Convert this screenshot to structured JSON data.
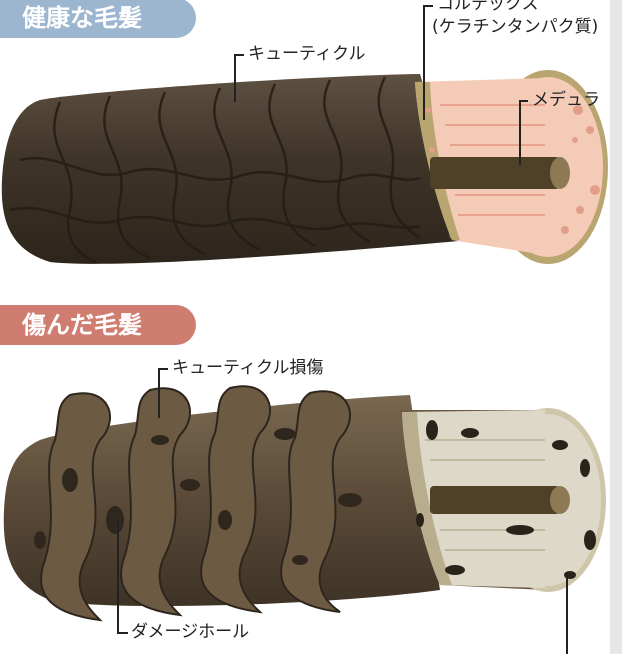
{
  "sections": {
    "healthy": {
      "title": "健康な毛髪"
    },
    "damaged": {
      "title": "傷んだ毛髪"
    }
  },
  "labels": {
    "cortex": "コルテックス",
    "cortex_sub": "(ケラチンタンパク質)",
    "cuticle": "キューティクル",
    "medulla": "メデュラ",
    "cuticle_damage": "キューティクル損傷",
    "damage_hole": "ダメージホール"
  },
  "colors": {
    "healthy_pill": "#9db6cf",
    "damaged_pill": "#cf7d70",
    "hair_dark": "#463a2c",
    "hair_damaged": "#5a4a38",
    "cortex_pink": "#f4cbb7",
    "cortex_damaged": "#ddd8c8",
    "medulla": "#4e4128"
  }
}
